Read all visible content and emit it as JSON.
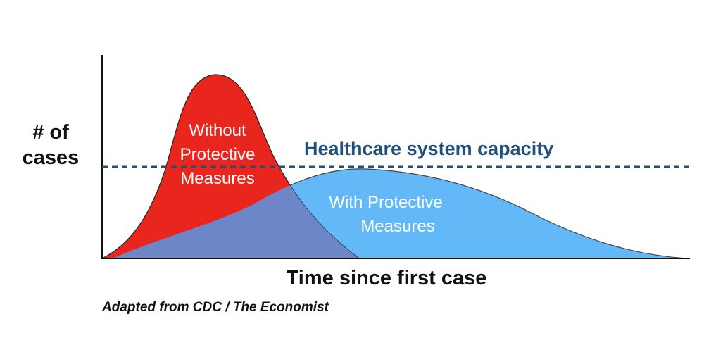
{
  "diagram": {
    "y_axis_label_lines": [
      "# of",
      "cases"
    ],
    "x_axis_label": "Time since first case",
    "capacity_label": "Healthcare system capacity",
    "curve_without": {
      "label_lines": [
        "Without",
        "Protective",
        "Measures"
      ],
      "color": "#e8261e"
    },
    "curve_with": {
      "label_lines": [
        "With Protective",
        "Measures"
      ],
      "color": "#63b8f8"
    },
    "overlap_color": "#6d86c7",
    "capacity_color": "#1f4f7a",
    "source": "Adapted from CDC / The Economist"
  }
}
